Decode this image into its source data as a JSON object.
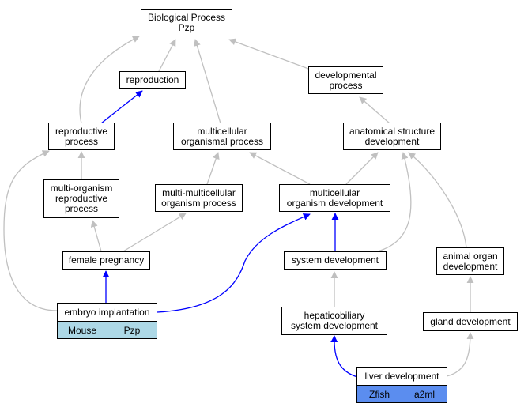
{
  "nodes": {
    "bp": "Biological Process\nPzp",
    "repro": "reproduction",
    "devproc": "developmental\nprocess",
    "reproproc": "reproductive\nprocess",
    "multiproc": "multicellular\norganismal process",
    "anat": "anatomical structure\ndevelopment",
    "multiorg": "multi-organism\nreproductive\nprocess",
    "multimulti": "multi-multicellular\norganism process",
    "mcdev": "multicellular\norganism development",
    "fempreg": "female pregnancy",
    "sysdev": "system development",
    "animal": "animal organ\ndevelopment",
    "embryo": "embryo implantation",
    "hepat": "hepaticobiliary\nsystem development",
    "gland": "gland development",
    "liver": "liver development"
  },
  "species": {
    "embryo": [
      "Mouse",
      "Pzp"
    ],
    "liver": [
      "Zfish",
      "a2ml"
    ]
  },
  "colors": {
    "edge_gray": "#c0c0c0",
    "edge_blue": "#0000ff",
    "cell_light": "#add8e6",
    "cell_blue": "#5b8def"
  }
}
